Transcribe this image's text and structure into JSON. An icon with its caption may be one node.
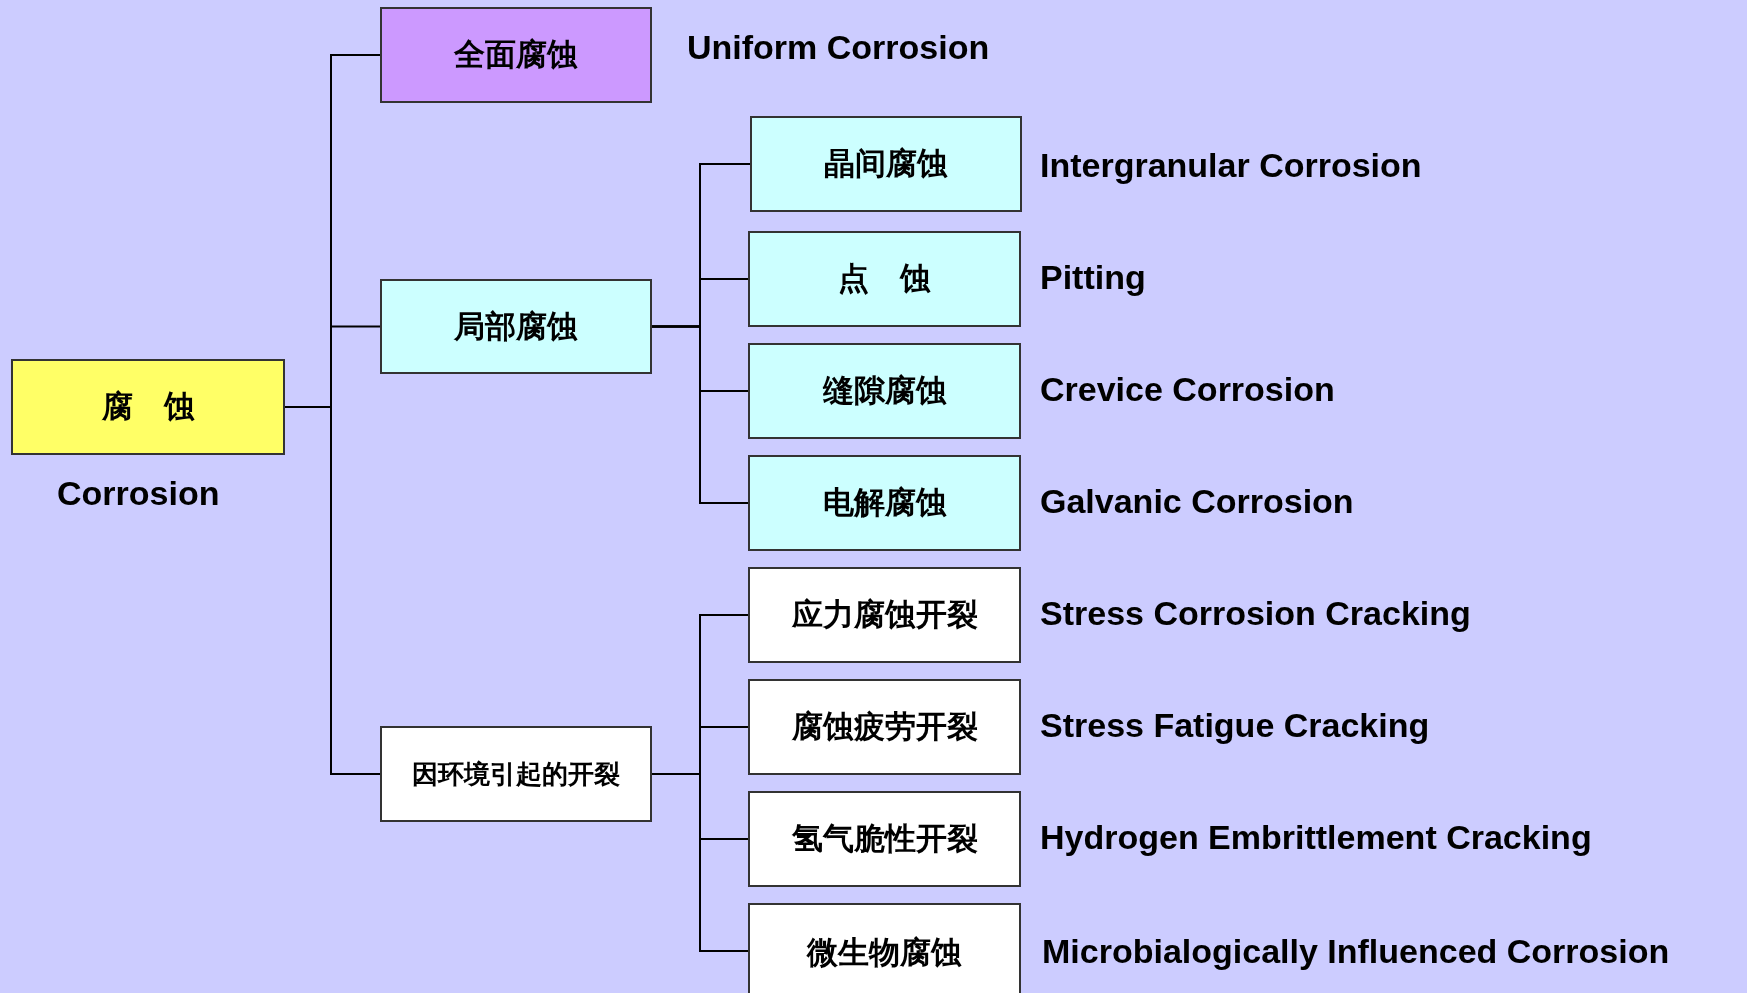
{
  "diagram": {
    "nodes": [
      {
        "text": [
          "腐　蚀"
        ],
        "beside": [
          "Corrosion"
        ]
      },
      {
        "text": [
          "全面腐蚀"
        ],
        "beside": [
          "Uniform Corrosion"
        ]
      },
      {
        "text": [
          "局部腐蚀"
        ]
      },
      {
        "text": [
          "因环境引起的开裂"
        ]
      },
      {
        "text": [
          "晶间腐蚀"
        ],
        "beside": [
          "Intergranular Corrosion"
        ]
      },
      {
        "text": [
          "点　蚀"
        ],
        "beside": [
          "Pitting"
        ]
      },
      {
        "text": [
          "缝隙腐蚀"
        ],
        "beside": [
          "Crevice Corrosion"
        ]
      },
      {
        "text": [
          "电解腐蚀"
        ],
        "beside": [
          "Galvanic Corrosion"
        ]
      },
      {
        "text": [
          "应力腐蚀开裂"
        ],
        "beside": [
          "Stress Corrosion Cracking"
        ]
      },
      {
        "text": [
          "腐蚀疲劳开裂"
        ],
        "beside": [
          "Stress Fatigue Cracking"
        ]
      },
      {
        "text": [
          "氢气脆性开裂"
        ],
        "beside": [
          "Hydrogen Embrittlement Cracking"
        ]
      },
      {
        "text": [
          "微生物腐蚀"
        ],
        "beside": [
          "Microbialogically Influenced Corrosion"
        ]
      }
    ],
    "edges": [
      {
        "from": 0,
        "to": 1,
        "arrow": "none"
      },
      {
        "from": 0,
        "to": 2,
        "arrow": "none"
      },
      {
        "from": 0,
        "to": 3,
        "arrow": "none"
      },
      {
        "from": 2,
        "to": 4,
        "arrow": "none"
      },
      {
        "from": 2,
        "to": 5,
        "arrow": "none"
      },
      {
        "from": 2,
        "to": 6,
        "arrow": "none"
      },
      {
        "from": 2,
        "to": 7,
        "arrow": "none"
      },
      {
        "from": 3,
        "to": 8,
        "arrow": "none"
      },
      {
        "from": 3,
        "to": 9,
        "arrow": "none"
      },
      {
        "from": 3,
        "to": 10,
        "arrow": "none"
      },
      {
        "from": 3,
        "to": 11,
        "arrow": "none"
      }
    ]
  }
}
